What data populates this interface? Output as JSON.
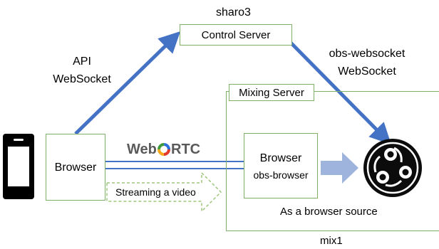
{
  "control_server": {
    "host_label": "sharo3",
    "title": "Control Server"
  },
  "mixing_server": {
    "title": "Mixing Server",
    "host_label": "mix1"
  },
  "client": {
    "browser_label": "Browser"
  },
  "obs_browser": {
    "line1": "Browser",
    "line2": "obs-browser",
    "caption": "As a browser source"
  },
  "links": {
    "left_line1": "API",
    "left_line2": "WebSocket",
    "right_line1": "obs-websocket",
    "right_line2": "WebSocket",
    "webrtc_web": "Web",
    "webrtc_rtc": "RTC",
    "streaming": "Streaming a video"
  },
  "colors": {
    "box_border": "#7fb069",
    "arrow_blue": "#4472c4",
    "hollow_arrow_border": "#9dc67a",
    "fill_arrow": "#9fb4dc"
  },
  "icons": [
    "smartphone-icon",
    "webrtc-logo",
    "obs-logo"
  ]
}
